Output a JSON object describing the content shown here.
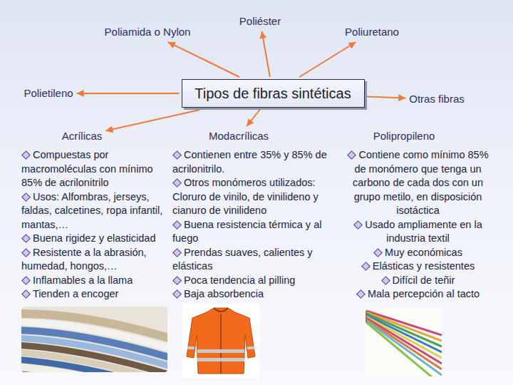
{
  "diagram": {
    "nodes": [
      {
        "text": [
          "Poliéster"
        ]
      },
      {
        "text": [
          "Poliamida o Nylon"
        ]
      },
      {
        "text": [
          "Poliuretano"
        ]
      },
      {
        "text": [
          "Polietileno"
        ]
      },
      {
        "text": [
          "Tipos de fibras sintéticas"
        ]
      },
      {
        "text": [
          "Otras fibras"
        ]
      },
      {
        "text": [
          "Acrílicas",
          "Compuestas por macromoléculas con mínimo 85% de acrilonitrilo",
          "Usos: Alfombras, jerseys, faldas, calcetines, ropa infantil, mantas,…",
          "Buena rigidez y elasticidad",
          "Resistente a la abrasión, humedad, hongos,…",
          "Inflamables a la llama",
          "Tienden a encoger"
        ]
      },
      {
        "text": [
          "Modacrílicas",
          "Contienen entre 35% y 85% de acrilonitrilo.",
          "Otros monómeros utilizados: Cloruro de vinilo, de vinilideno y cianuro de vinilideno",
          "Buena resistencia térmica y al fuego",
          "Prendas suaves, calientes y elásticas",
          "Poca tendencia al pilling",
          "Baja absorbencia"
        ]
      },
      {
        "text": [
          "Polipropileno",
          "Contiene como mínimo 85% de monómero que tenga un carbono de cada dos con un grupo metilo, en disposición isotáctica",
          "Usado ampliamente en la industria textil",
          "Muy económicas",
          "Elásticas y resistentes",
          "Difícil de teñir",
          "Mala percepción al tacto"
        ]
      }
    ],
    "edges": [
      {
        "from": 4,
        "to": 0,
        "arrow": "to"
      },
      {
        "from": 4,
        "to": 1,
        "arrow": "to"
      },
      {
        "from": 4,
        "to": 2,
        "arrow": "to"
      },
      {
        "from": 4,
        "to": 3,
        "arrow": "to"
      },
      {
        "from": 4,
        "to": 5,
        "arrow": "to"
      },
      {
        "from": 4,
        "to": 6,
        "arrow": "to"
      },
      {
        "from": 4,
        "to": 7,
        "arrow": "to"
      }
    ]
  }
}
